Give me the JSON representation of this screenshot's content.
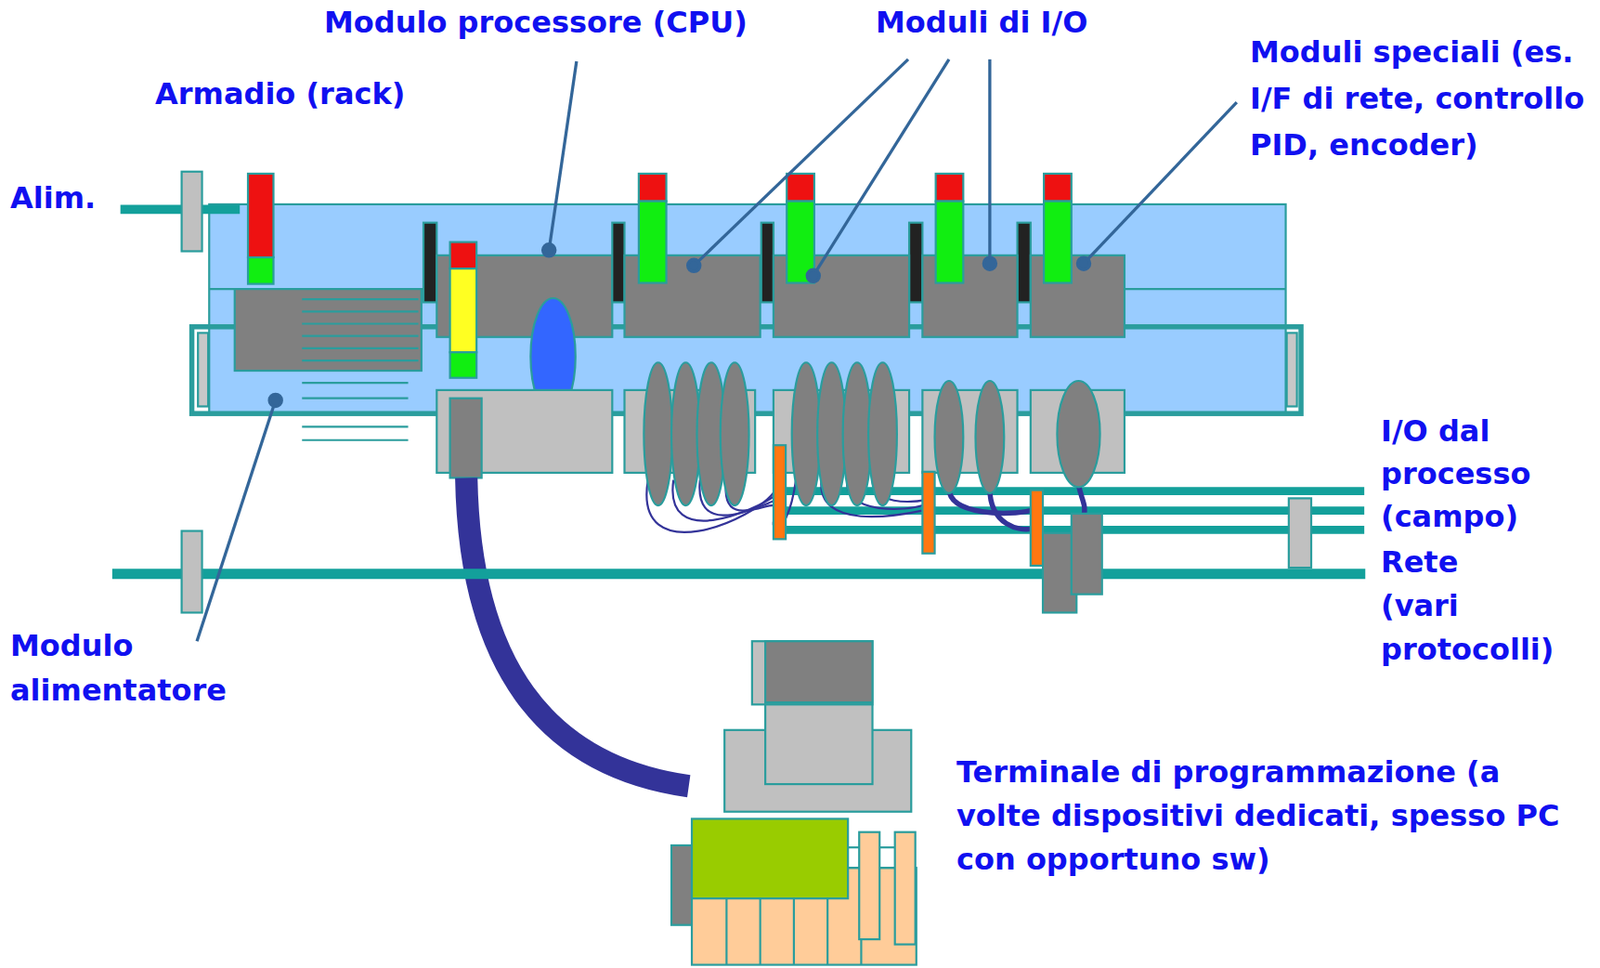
{
  "diagram": {
    "labels": [
      "Modulo processore (CPU)",
      "Moduli di I/O",
      "Armadio (rack)",
      "Moduli speciali (es. I/F di rete, controllo PID, encoder)",
      "Alim.",
      "I/O dal processo (campo)",
      "Rete (vari protocolli)",
      "Modulo alimentatore",
      "Terminale di programmazione (a volte dispositivi dedicati, spesso PC con opportuno sw)"
    ]
  }
}
